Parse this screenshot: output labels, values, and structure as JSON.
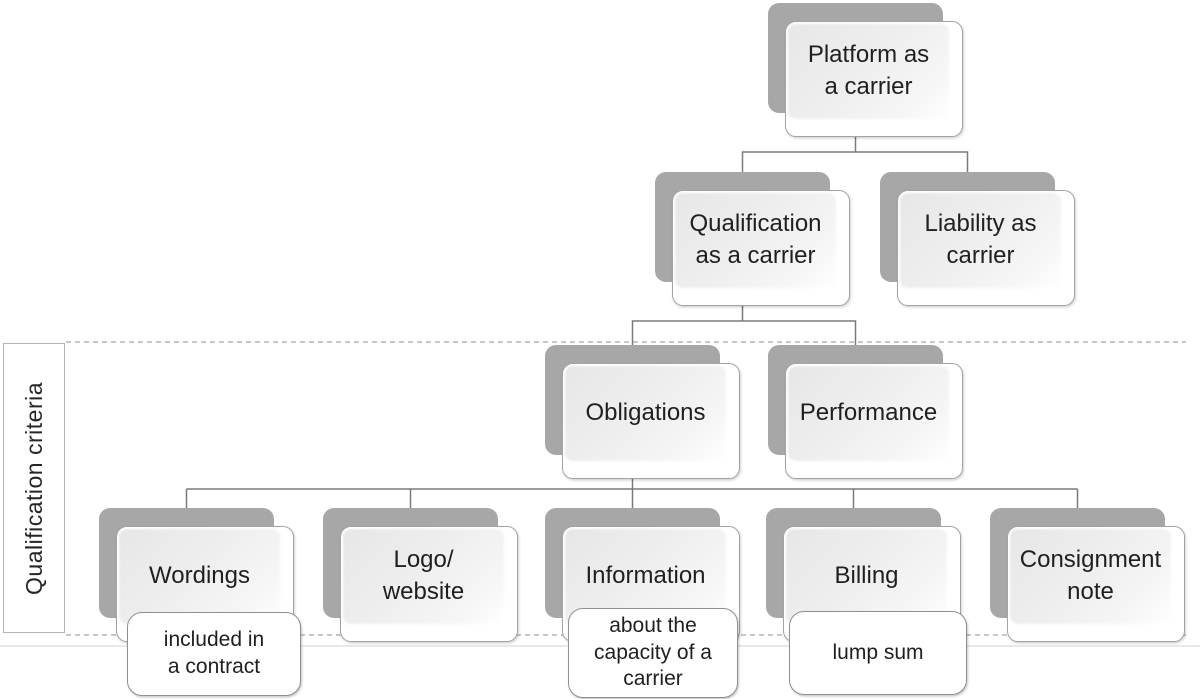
{
  "diagram": {
    "side_label": "Qualification criteria",
    "nodes": {
      "platform": {
        "label": "Platform as\na carrier"
      },
      "qualification": {
        "label": "Qualification\nas a carrier"
      },
      "liability": {
        "label": "Liability as\ncarrier"
      },
      "obligations": {
        "label": "Obligations"
      },
      "performance": {
        "label": "Performance"
      },
      "wordings": {
        "label": "Wordings"
      },
      "logo": {
        "label": "Logo/\nwebsite"
      },
      "information": {
        "label": "Information"
      },
      "billing": {
        "label": "Billing"
      },
      "consignment": {
        "label": "Consignment\nnote"
      }
    },
    "annotations": {
      "wordings_note": {
        "text": "included in\na contract"
      },
      "information_note": {
        "text": "about the\ncapacity of a\ncarrier"
      },
      "billing_note": {
        "text": "lump sum"
      }
    },
    "colors": {
      "node_shadow": "#a7a7a7",
      "card_border": "#a3a3a3",
      "card_inner_fill": "#e8e8e8",
      "connector_line": "#7a7a7a",
      "dashed_line": "#b5b5b5",
      "baseline": "#d9d9d9",
      "text": "#1f1f1f"
    }
  }
}
